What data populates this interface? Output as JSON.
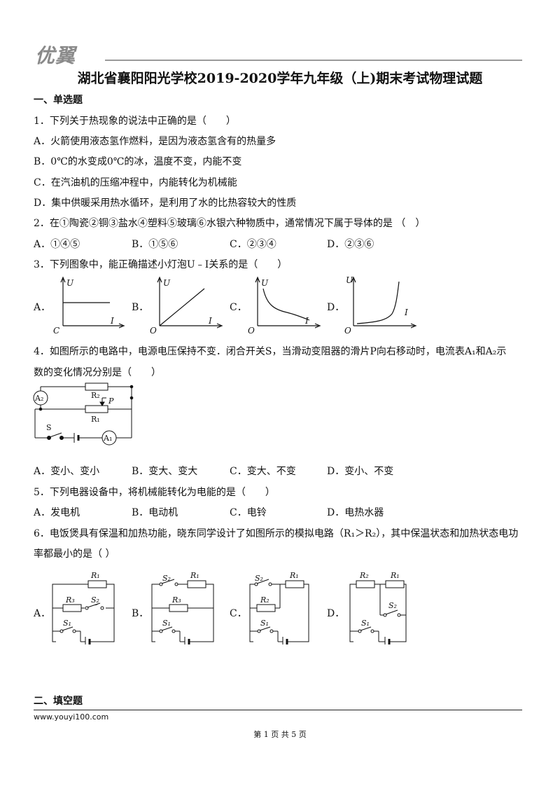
{
  "header": {
    "logo_text": "优翼",
    "title": "湖北省襄阳阳光学校2019-2020学年九年级（上)期末考试物理试题"
  },
  "sections": {
    "s1": "一、单选题",
    "s2": "二、填空题"
  },
  "q1": {
    "stem": "1．下列关于热现象的说法中正确的是（　　）",
    "A": "A．火箭使用液态氢作燃料，是因为液态氢含有的热量多",
    "B": "B．0℃的水变成0℃的冰，温度不变，内能不变",
    "C": "C．在汽油机的压缩冲程中，内能转化为机械能",
    "D": "D．集中供暖采用热水循环，是利用了水的比热容较大的性质"
  },
  "q2": {
    "stem": "2．在①陶瓷②铜③盐水④塑料⑤玻璃⑥水银六种物质中，通常情况下属于导体的是 （　）",
    "A": "A．①④⑤",
    "B": "B．①⑤⑥",
    "C": "C．②③④",
    "D": "D．②③⑥"
  },
  "q3": {
    "stem": "3．下列图象中，能正确描述小灯泡U﹣I关系的是（　　）",
    "A": "A．",
    "B": "B．",
    "C": "C．",
    "D": "D．",
    "axis_u": "U",
    "axis_i": "I",
    "origin_a": "C",
    "origin": "O"
  },
  "q4": {
    "stem1": "4．如图所示的电路中，电源电压保持不变．闭合开关S，当滑动变阻器的滑片P向右移动时，电流表A₁和A₂示",
    "stem2": "数的变化情况分别是（　　）",
    "circuit": {
      "a2": "A₂",
      "a1": "A₁",
      "r2": "R₂",
      "r1": "R₁",
      "p": "P",
      "s": "S"
    },
    "A": "A．变小、变小",
    "B": "B．变大、变大",
    "C": "C．变大、不变",
    "D": "D．变小、不变"
  },
  "q5": {
    "stem": "5．下列电器设备中，将机械能转化为电能的是（　　）",
    "A": "A．发电机",
    "B": "B．电动机",
    "C": "C．电铃",
    "D": "D．电热水器"
  },
  "q6": {
    "stem1": "6．电饭煲具有保温和加热功能，晓东同学设计了如图所示的模拟电路（R₁＞R₂），其中保温状态和加热状态电功",
    "stem2": "率都最小的是（ ）",
    "A": "A．",
    "B": "B．",
    "C": "C．",
    "D": "D．",
    "labels": {
      "r1": "R₁",
      "r2": "R₂",
      "r3": "R₃",
      "s1": "S₁",
      "s2": "S₂"
    }
  },
  "footer": {
    "url": "www.youyi100.com",
    "page": "第 1 页 共 5 页"
  }
}
